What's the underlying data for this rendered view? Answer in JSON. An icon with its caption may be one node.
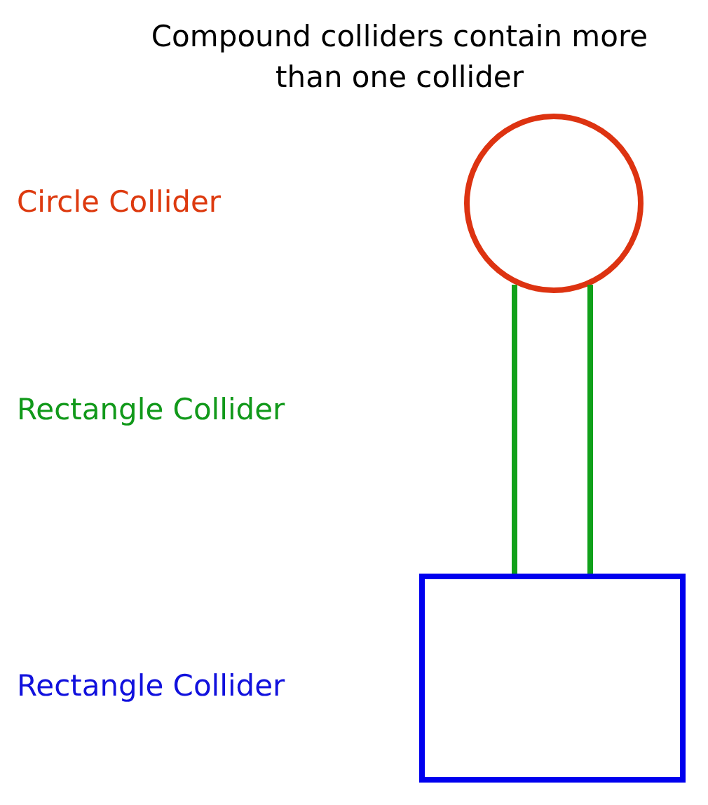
{
  "diagram": {
    "title": "Compound colliders contain more than one collider",
    "labels": [
      "Circle Collider",
      "Rectangle Collider",
      "Rectangle Collider"
    ]
  }
}
